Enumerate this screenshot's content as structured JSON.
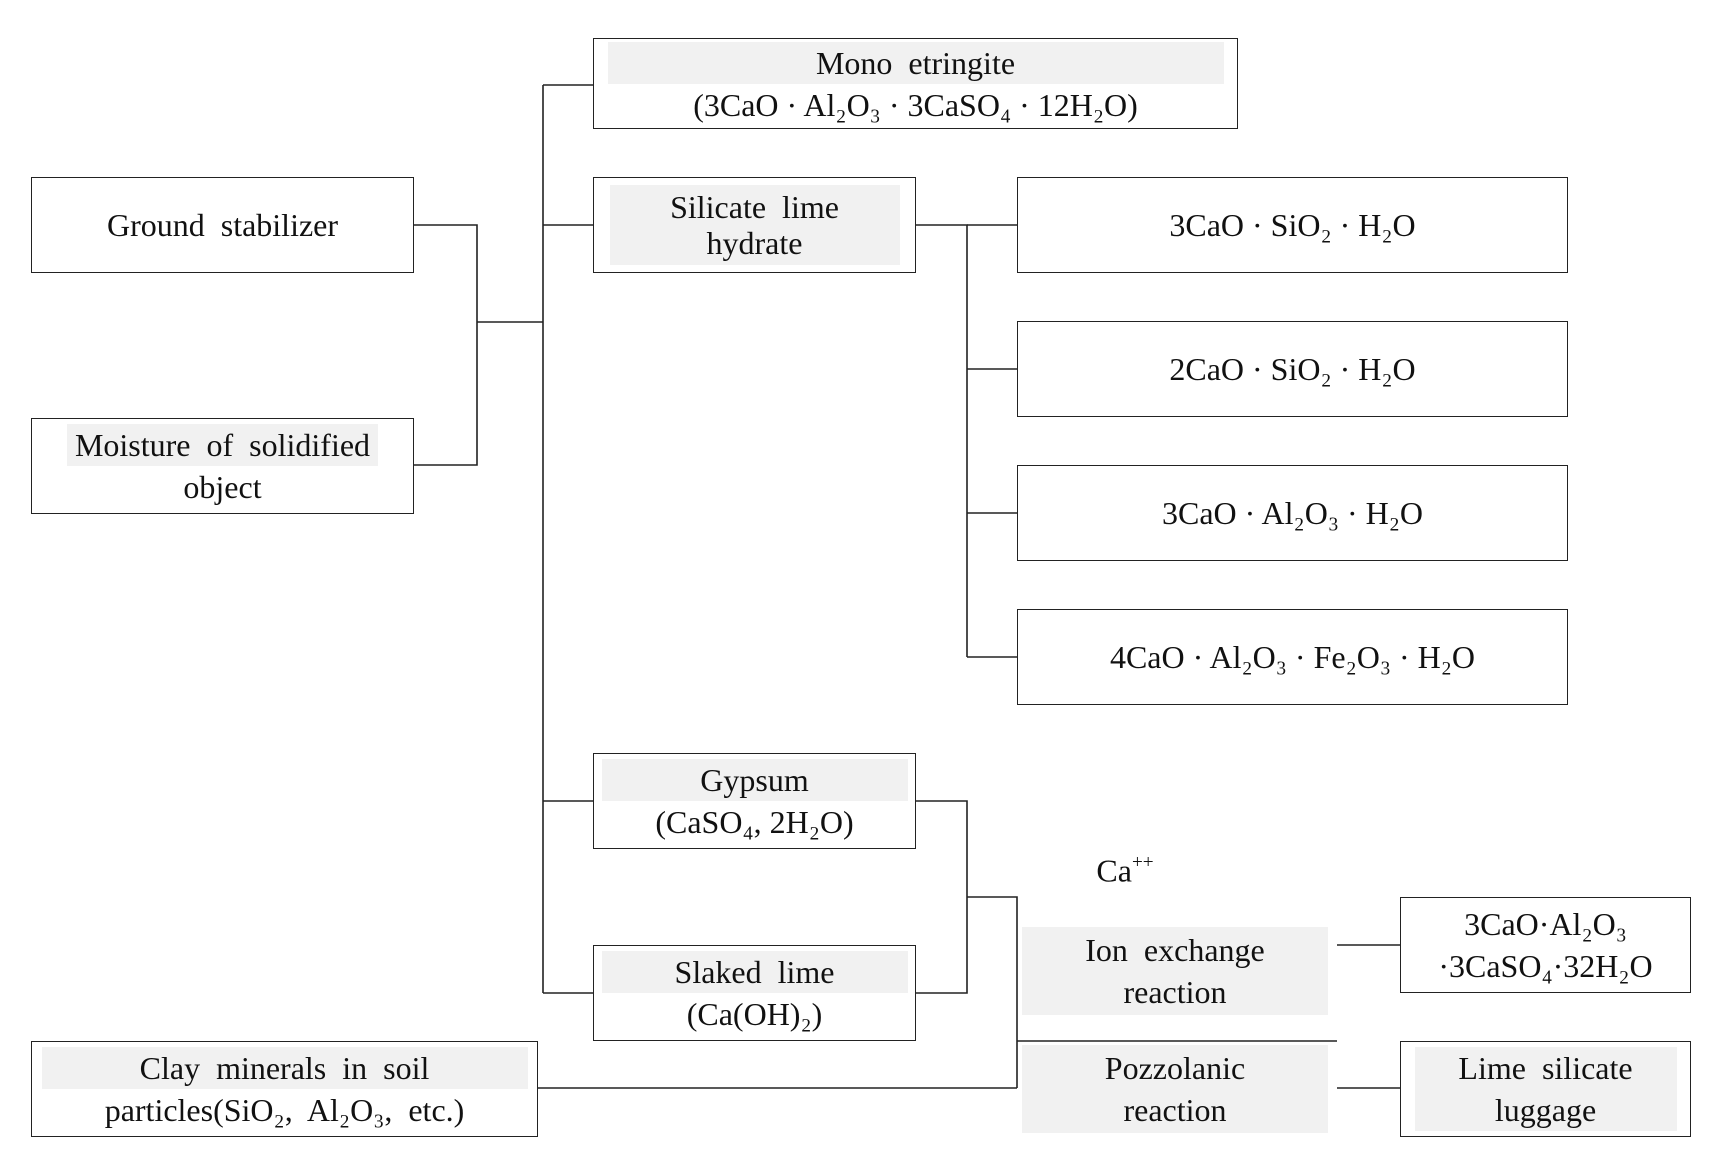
{
  "nodes": {
    "ground_stabilizer": "Ground stabilizer",
    "moisture": [
      "Moisture of solidified",
      "object"
    ],
    "mono_etringite": [
      "Mono etringite",
      "(3CaO · Al₂O₃ · 3CaSO₄ · 12H₂O)"
    ],
    "silicate_lime_hydrate": [
      "Silicate lime",
      "hydrate"
    ],
    "c3sh": "3CaO · SiO₂ ·  H₂O",
    "c2sh": "2CaO ·  SiO₂ ·  H₂O",
    "c3ah": "3CaO ·  Al₂O₃ ·  H₂O",
    "c4afh": "4CaO · Al₂O₃ · Fe₂O₃ · H₂O",
    "gypsum": [
      "Gypsum",
      "(CaSO₄, 2H₂O)"
    ],
    "slaked_lime": [
      "Slaked lime",
      "(Ca(OH)₂)"
    ],
    "calcium_ion": "Ca++",
    "ion_exchange": [
      "Ion exchange",
      "reaction"
    ],
    "ettringite": [
      "3CaO·Al₂O₃",
      "·3CaSO₄·32H₂O"
    ],
    "clay_minerals": [
      "Clay minerals in soil",
      "particles(SiO₂, Al₂O₃, etc.)"
    ],
    "pozzolanic": [
      "Pozzolanic",
      "reaction"
    ],
    "lime_silicate": [
      "Lime silicate",
      "luggage"
    ]
  }
}
